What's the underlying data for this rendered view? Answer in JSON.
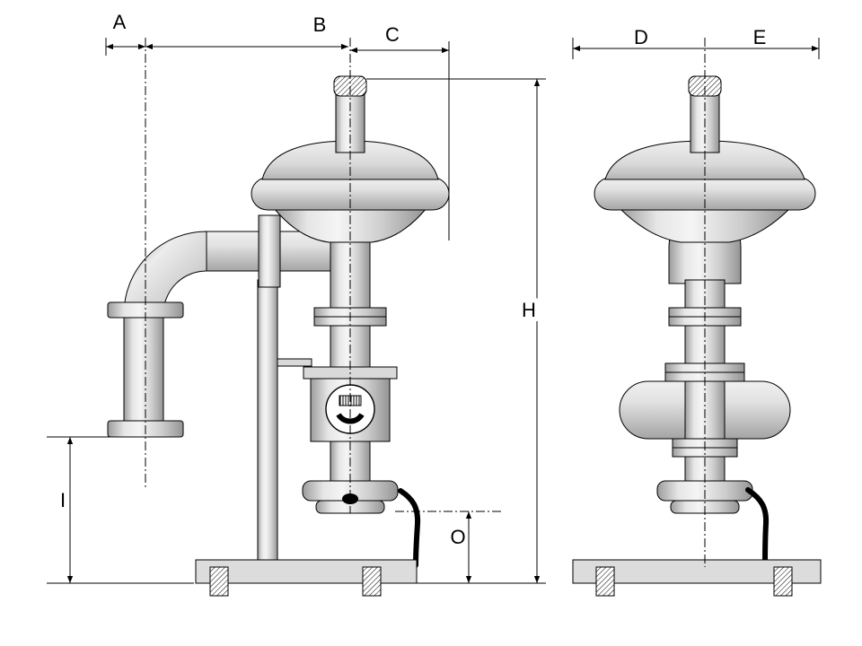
{
  "diagram": {
    "dimension_labels": {
      "A": "A",
      "B": "B",
      "C": "C",
      "D": "D",
      "E": "E",
      "H": "H",
      "I": "I",
      "O": "O"
    }
  },
  "colors": {
    "background": "#ffffff",
    "line": "#000000",
    "metal_light": "#f4f4f4",
    "metal_mid": "#d6d6d6",
    "metal_dark": "#989898",
    "handle": "#000000"
  }
}
